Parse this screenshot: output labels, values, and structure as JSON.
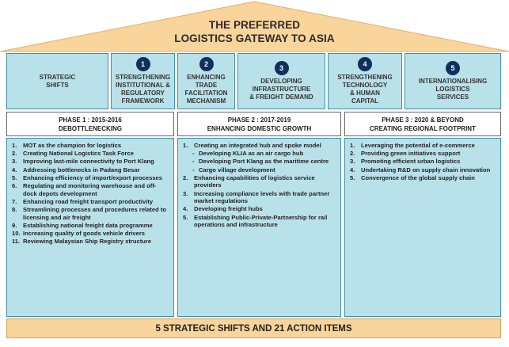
{
  "title": {
    "line1": "THE PREFERRED",
    "line2": "LOGISTICS GATEWAY TO ASIA"
  },
  "pillars": [
    {
      "number": "",
      "label": "STRATEGIC\nSHIFTS"
    },
    {
      "number": "1",
      "label": "STRENGTHENING\nINSTITUTIONAL &\nREGULATORY\nFRAMEWORK"
    },
    {
      "number": "2",
      "label": "ENHANCING\nTRADE\nFACILITATION\nMECHANISM"
    },
    {
      "number": "3",
      "label": "DEVELOPING\nINFRASTRUCTURE\n& FREIGHT DEMAND"
    },
    {
      "number": "4",
      "label": "STRENGTHENING\nTECHNOLOGY\n& HUMAN\nCAPITAL"
    },
    {
      "number": "5",
      "label": "INTERNATIONALISING\nLOGISTICS\nSERVICES"
    }
  ],
  "phases": [
    {
      "header_line1": "PHASE 1 : 2015-2016",
      "header_line2": "DEBOTTLENECKING",
      "items": [
        {
          "num": "1.",
          "text": "MOT as the champion for logistics"
        },
        {
          "num": "2.",
          "text": "Creating National Logistics Task Force"
        },
        {
          "num": "3.",
          "text": "Improving last-mile connectivity to Port Klang"
        },
        {
          "num": "4.",
          "text": "Addressing bottlenecks in Padang Besar"
        },
        {
          "num": "5.",
          "text": "Enhancing efficiency of import/export processes"
        },
        {
          "num": "6.",
          "text": "Regulating and monitoring warehouse and off-dock depots development"
        },
        {
          "num": "7.",
          "text": "Enhancing road freight transport productivity"
        },
        {
          "num": "8.",
          "text": "Streamlining processes and procedures related to licensing and air freight"
        },
        {
          "num": "9.",
          "text": "Establishing national freight data programme"
        },
        {
          "num": "10.",
          "text": "Increasing quality of goods vehicle drivers"
        },
        {
          "num": "11.",
          "text": "Reviewing Malaysian Ship Registry structure"
        }
      ]
    },
    {
      "header_line1": "PHASE 2 : 2017-2019",
      "header_line2": "ENHANCING DOMESTIC GROWTH",
      "items": [
        {
          "num": "1.",
          "text": "Creating an integrated hub and spoke model"
        },
        {
          "num": "-",
          "text": "Developing KLIA as an air cargo hub",
          "sub": true
        },
        {
          "num": "-",
          "text": "Developing Port Klang as the maritime centre",
          "sub": true
        },
        {
          "num": "-",
          "text": "Cargo village development",
          "sub": true
        },
        {
          "num": "2.",
          "text": "Enhancing capabilities of logistics service providers"
        },
        {
          "num": "3.",
          "text": "Increasing compliance levels with trade partner market regulations"
        },
        {
          "num": "4.",
          "text": "Developing freight hubs"
        },
        {
          "num": "5.",
          "text": "Establishing Public-Private-Partnership for rail operations and infrastructure"
        }
      ]
    },
    {
      "header_line1": "PHASE 3 : 2020 & BEYOND",
      "header_line2": "CREATING REGIONAL FOOTPRINT",
      "items": [
        {
          "num": "1.",
          "text": "Leveraging the potential of e-commerce"
        },
        {
          "num": "2.",
          "text": "Providing green initiatives support"
        },
        {
          "num": "3.",
          "text": "Promoting efficient urban logistics"
        },
        {
          "num": "4.",
          "text": "Undertaking R&D on supply chain innovation"
        },
        {
          "num": "5.",
          "text": "Convergence of the global supply chain"
        }
      ]
    }
  ],
  "footer": "5 STRATEGIC SHIFTS AND 21 ACTION ITEMS",
  "colors": {
    "roof": "#f9d49b",
    "pillar": "#b9e1ea",
    "badge": "#0f2f5c",
    "footer": "#f9d49b"
  }
}
